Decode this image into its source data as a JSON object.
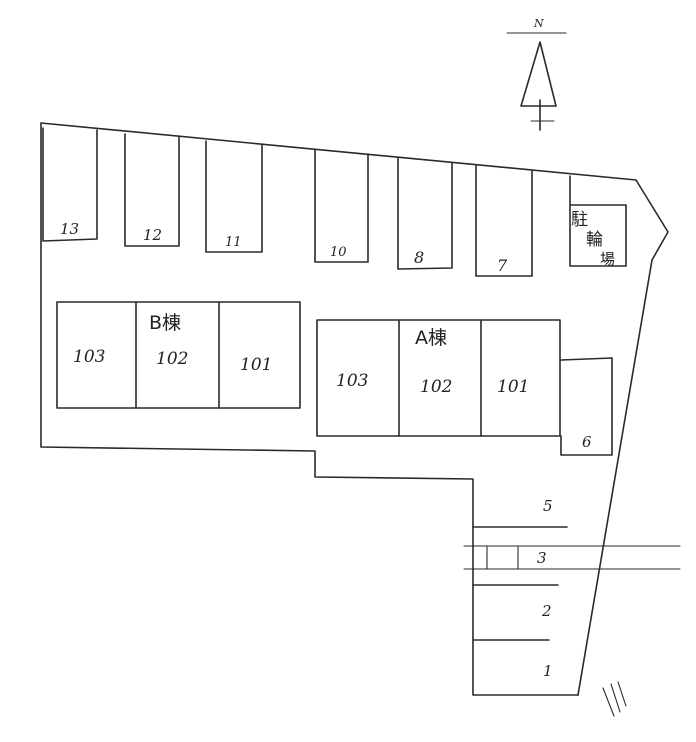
{
  "compass": {
    "label": "N"
  },
  "parking": {
    "north_row": [
      "13",
      "12",
      "11",
      "10",
      "8",
      "7"
    ],
    "east_col": [
      "6"
    ],
    "south_col": [
      "5",
      "3",
      "2",
      "1"
    ]
  },
  "bicycle_parking": {
    "label_chars": [
      "駐",
      "輪",
      "場"
    ]
  },
  "building_b": {
    "label": "B棟",
    "units": [
      "103",
      "102",
      "101"
    ]
  },
  "building_a": {
    "label": "A棟",
    "units": [
      "103",
      "102",
      "101"
    ]
  }
}
